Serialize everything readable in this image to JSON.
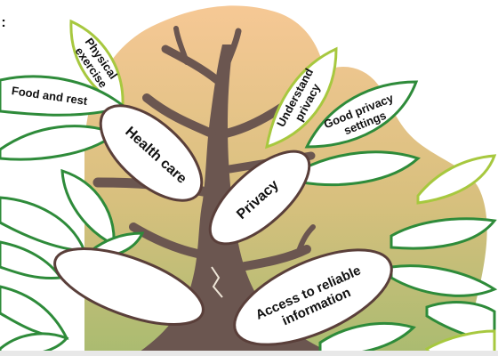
{
  "colors": {
    "backdrop_top": "#f6c895",
    "backdrop_bottom": "#a9bb70",
    "trunk": "#6b5650",
    "leaf_fill": "#ffffff",
    "leaf_edge": "#2e8b3a",
    "leaf_edge_light": "#a7c83f",
    "oval_edge": "#5a3f3a",
    "text": "#111111"
  },
  "corner_glyph": ":",
  "labels": {
    "physical_exercise": [
      "Physical",
      "exercise"
    ],
    "food_and_rest": "Food and rest",
    "health_care": "Health care",
    "understand_privacy": [
      "Understand",
      "privacy"
    ],
    "good_privacy_settings": [
      "Good privacy",
      "settings"
    ],
    "privacy": "Privacy",
    "access_reliable_info": [
      "Access to reliable",
      "information"
    ]
  },
  "icons": {
    "leaf": "leaf-icon",
    "trunk": "tree-trunk-icon"
  }
}
